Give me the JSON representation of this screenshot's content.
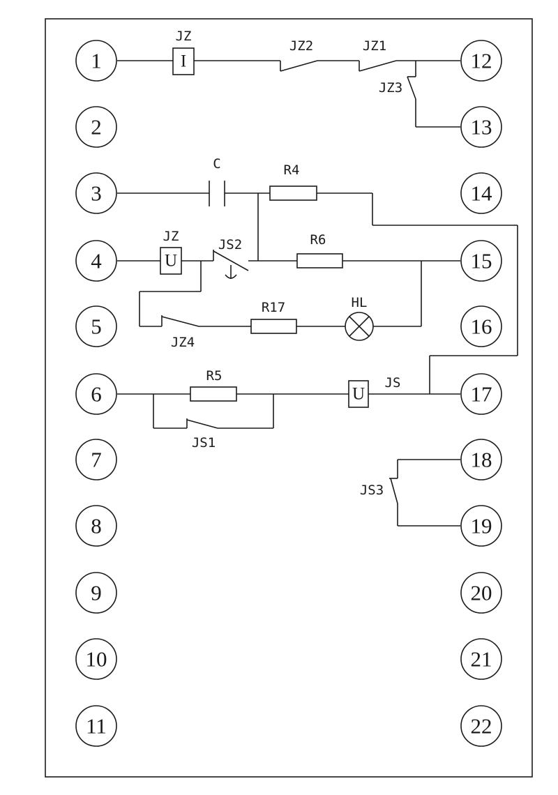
{
  "terminals": {
    "t1": "1",
    "t2": "2",
    "t3": "3",
    "t4": "4",
    "t5": "5",
    "t6": "6",
    "t7": "7",
    "t8": "8",
    "t9": "9",
    "t10": "10",
    "t11": "11",
    "t12": "12",
    "t13": "13",
    "t14": "14",
    "t15": "15",
    "t16": "16",
    "t17": "17",
    "t18": "18",
    "t19": "19",
    "t20": "20",
    "t21": "21",
    "t22": "22"
  },
  "components": {
    "jz_current": {
      "label": "JZ",
      "symbol": "I"
    },
    "jz_voltage": {
      "label": "JZ",
      "symbol": "U"
    },
    "js_voltage": {
      "label": "JS",
      "symbol": "U"
    },
    "capacitor": {
      "label": "C"
    },
    "r4": {
      "label": "R4"
    },
    "r5": {
      "label": "R5"
    },
    "r6": {
      "label": "R6"
    },
    "r17": {
      "label": "R17"
    },
    "lamp": {
      "label": "HL"
    }
  },
  "contacts": {
    "jz1": "JZ1",
    "jz2": "JZ2",
    "jz3": "JZ3",
    "jz4": "JZ4",
    "js1": "JS1",
    "js2": "JS2",
    "js3": "JS3"
  }
}
